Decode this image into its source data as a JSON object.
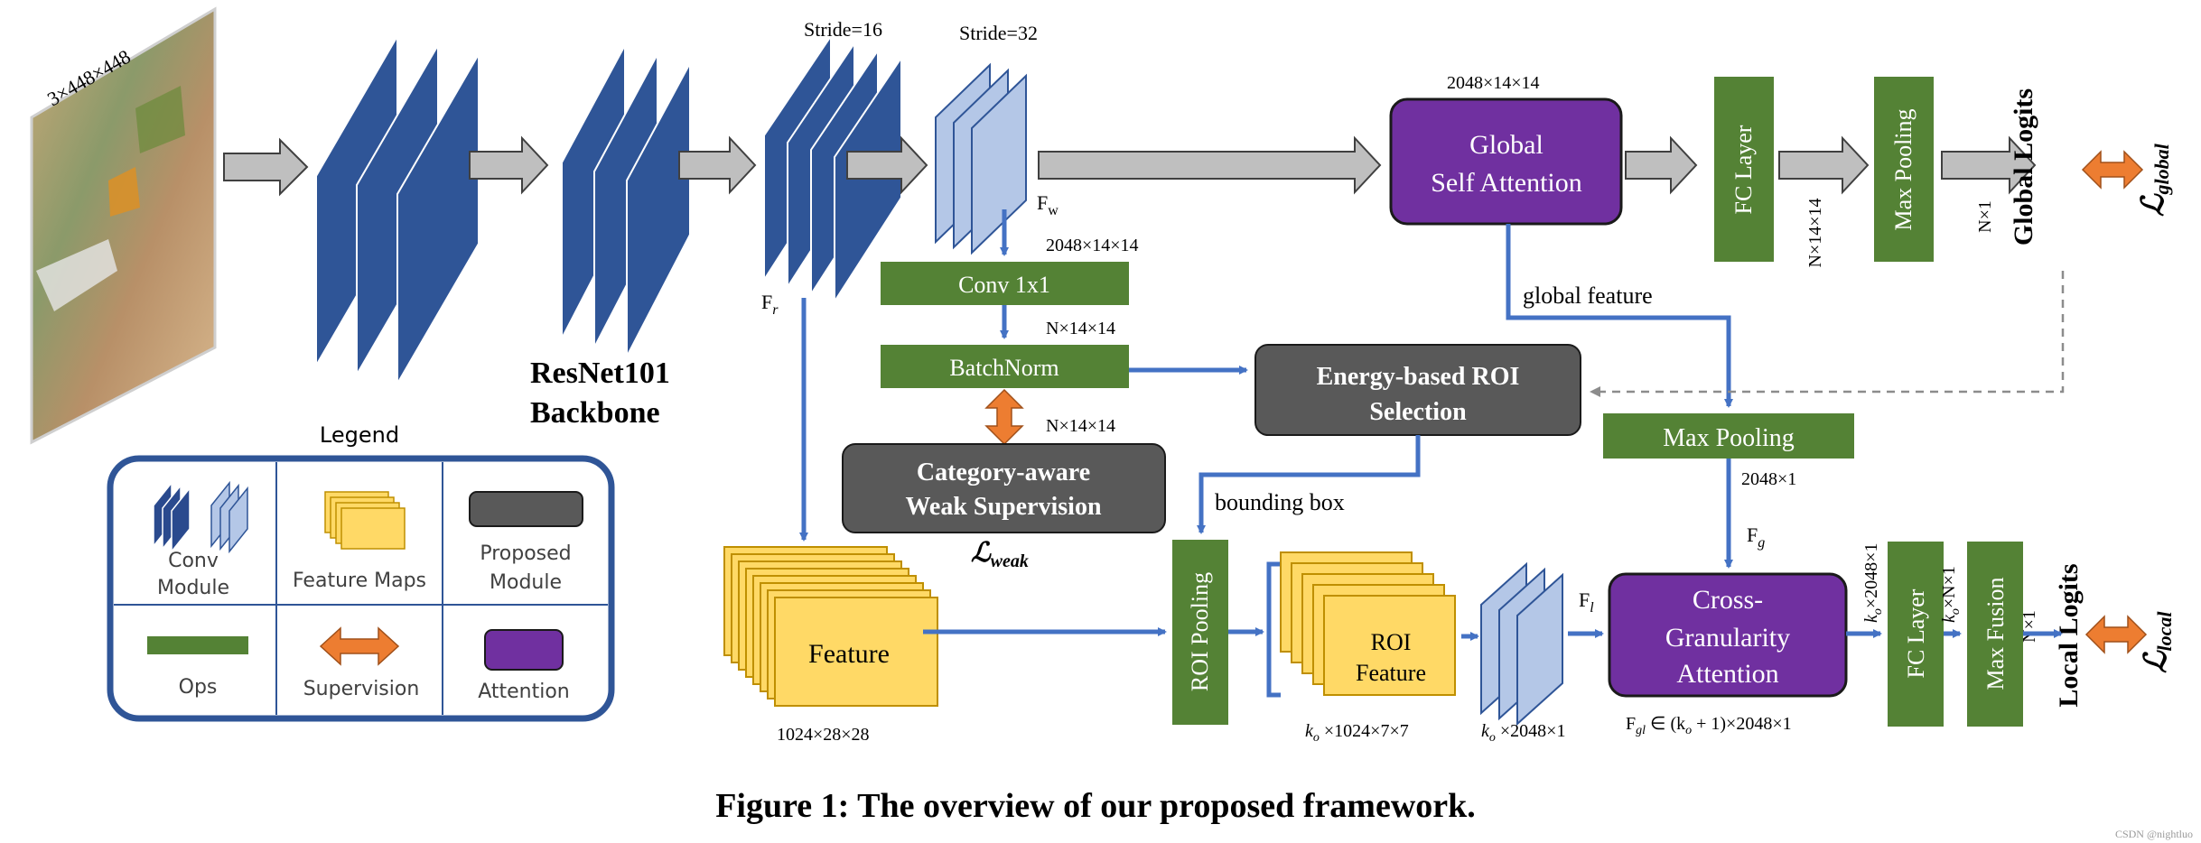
{
  "input": {
    "dims": "3×448×448"
  },
  "backbone": {
    "label_line1": "ResNet101",
    "label_line2": "Backbone",
    "stride16": "Stride=16",
    "stride32": "Stride=32",
    "fr": "F",
    "fr_sub": "r",
    "fw": "F",
    "fw_sub": "w"
  },
  "global_branch": {
    "dims_in": "2048×14×14",
    "attention_line1": "Global",
    "attention_line2": "Self Attention",
    "fc_label": "FC Layer",
    "fc_dims": "N×14×14",
    "pool_label": "Max Pooling",
    "pool_dims": "N×1",
    "logits_label": "Global Logits",
    "loss_sub": "global",
    "global_feature": "global feature"
  },
  "weak_branch": {
    "conv_label": "Conv 1x1",
    "conv_dims": "2048×14×14",
    "bn_label": "BatchNorm",
    "bn_dims_above": "N×14×14",
    "bn_dims_below": "N×14×14",
    "weak_line1": "Category-aware",
    "weak_line2": "Weak Supervision",
    "loss_sub": "weak"
  },
  "roi_selection": {
    "line1": "Energy-based ROI",
    "line2": "Selection",
    "bounding_box": "bounding box"
  },
  "max_pooling_mid": {
    "label": "Max Pooling",
    "dims": "2048×1",
    "fg": "F",
    "fg_sub": "g"
  },
  "local_branch": {
    "feature_label": "Feature",
    "feature_dims": "1024×28×28",
    "roi_pool_label": "ROI Pooling",
    "roi_feature_line1": "ROI",
    "roi_feature_line2": "Feature",
    "roi_dims_a": "k",
    "roi_dims_a_sub": "o",
    "roi_dims_a_rest": " ×1024×7×7",
    "roi_dims_b": "k",
    "roi_dims_b_sub": "o",
    "roi_dims_b_rest": " ×2048×1",
    "fl": "F",
    "fl_sub": "l",
    "cga_line1": "Cross-",
    "cga_line2": "Granularity",
    "cga_line3": "Attention",
    "fgl_formula": "F",
    "fgl_sub": "gl",
    "fgl_rest": " ∈ (k",
    "fgl_rest_sub": "o",
    "fgl_rest2": " + 1)×2048×1",
    "fc_label": "FC Layer",
    "fc_dims": "×2048×1",
    "fc_dims_k": "k",
    "fc_dims_sub": "o",
    "fusion_label": "Max Fusion",
    "fusion_dims": "×N×1",
    "fusion_dims_k": "k",
    "fusion_dims_sub": "o",
    "out_dims": "N×1",
    "logits_label": "Local Logits",
    "loss_sub": "local"
  },
  "legend": {
    "title": "Legend",
    "conv_line1": "Conv",
    "conv_line2": "Module",
    "feature_maps": "Feature Maps",
    "proposed_line1": "Proposed",
    "proposed_line2": "Module",
    "ops": "Ops",
    "supervision": "Supervision",
    "attention": "Attention"
  },
  "caption": "Figure 1: The overview of our proposed framework.",
  "watermark": "CSDN @nightluo",
  "colors": {
    "conv_dark": "#2a4a8e",
    "conv_light": "#b4c7e7",
    "ops_green": "#548235",
    "proposed_gray": "#595959",
    "attention_purple": "#7030a0",
    "feature_yellow": "#ffd966",
    "supervision_orange": "#ed7d31",
    "arrow_gray": "#bfbfbf",
    "arrow_blue": "#4472c4"
  }
}
